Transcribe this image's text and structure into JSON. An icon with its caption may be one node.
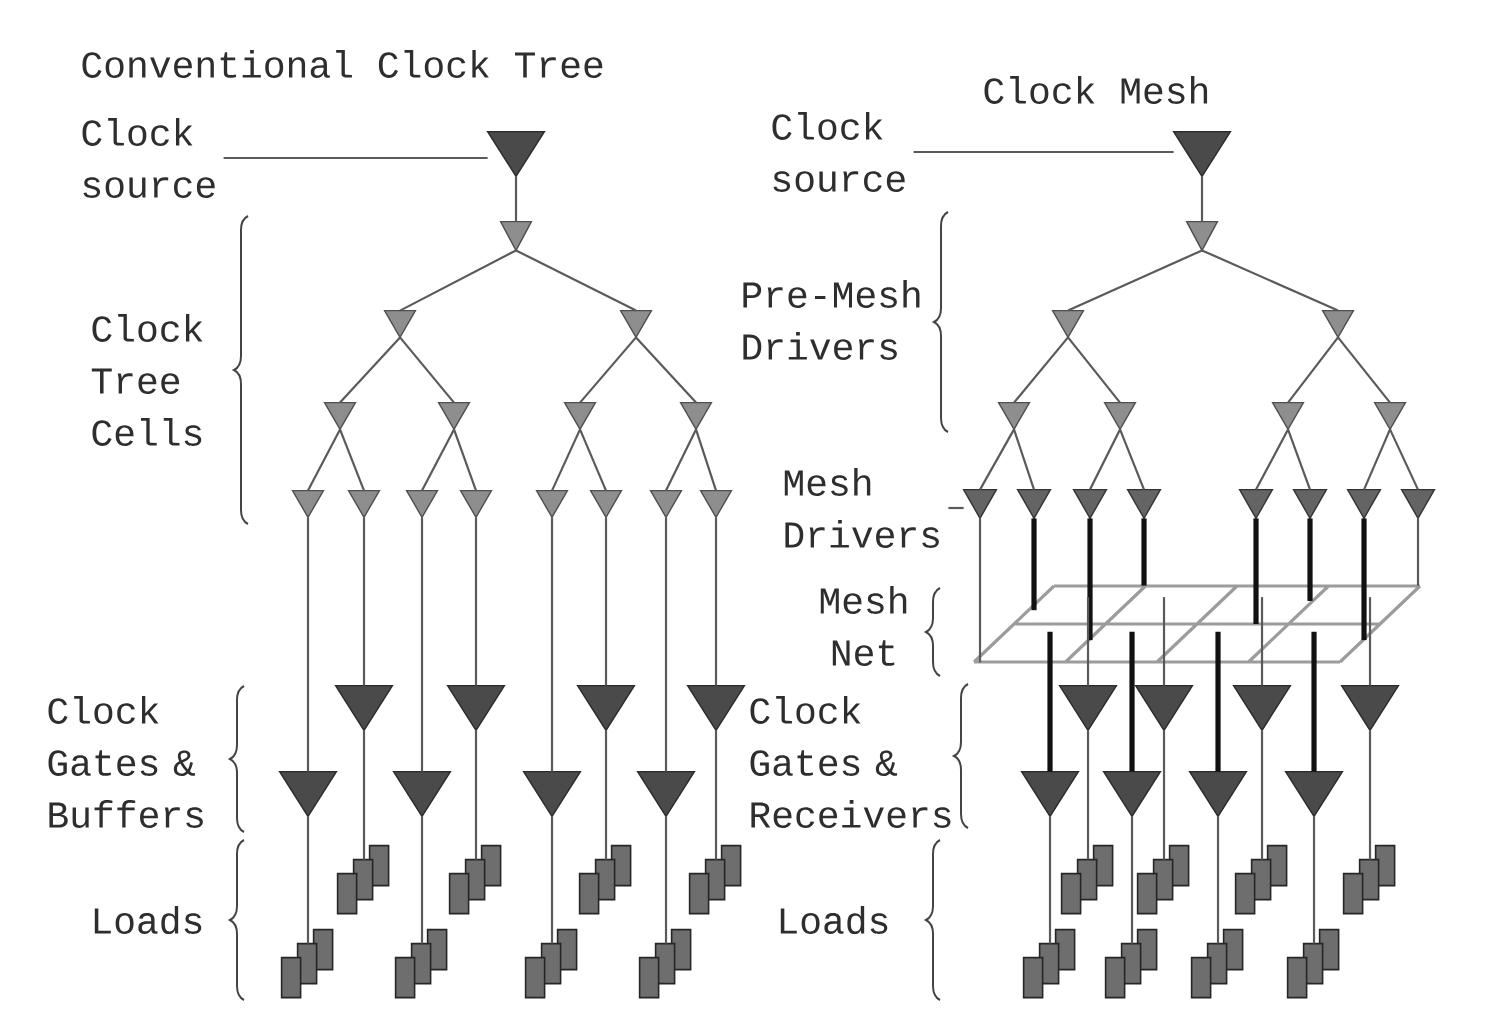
{
  "diagram": {
    "nodes": [
      {
        "text": [
          "Clock source"
        ]
      },
      {
        "text": [],
        "shape": "triangle"
      },
      {
        "text": [],
        "shape": "triangle"
      },
      {
        "text": [],
        "shape": "triangle"
      },
      {
        "text": [],
        "shape": "triangle"
      },
      {
        "text": [],
        "shape": "triangle"
      },
      {
        "text": [],
        "shape": "triangle"
      },
      {
        "text": [],
        "shape": "triangle"
      },
      {
        "text": [],
        "shape": "triangle"
      },
      {
        "text": [],
        "shape": "triangle"
      },
      {
        "text": [],
        "shape": "triangle"
      },
      {
        "text": [],
        "shape": "triangle"
      },
      {
        "text": [],
        "shape": "triangle"
      },
      {
        "text": [],
        "shape": "triangle"
      },
      {
        "text": [],
        "shape": "triangle"
      },
      {
        "text": [],
        "shape": "triangle"
      },
      {
        "text": [],
        "shape": "triangle"
      },
      {
        "text": [],
        "shape": "triangle"
      },
      {
        "text": [],
        "shape": "triangle"
      },
      {
        "text": [],
        "shape": "triangle"
      },
      {
        "text": [],
        "shape": "triangle"
      },
      {
        "text": [],
        "shape": "triangle"
      },
      {
        "text": [],
        "shape": "triangle"
      },
      {
        "text": [],
        "shape": "triangle"
      },
      {
        "text": [],
        "shape": "triangle"
      },
      {
        "text": [],
        "shape": "box"
      },
      {
        "text": [],
        "shape": "box"
      },
      {
        "text": [],
        "shape": "box"
      },
      {
        "text": [],
        "shape": "box"
      },
      {
        "text": [],
        "shape": "box"
      },
      {
        "text": [],
        "shape": "box"
      },
      {
        "text": [],
        "shape": "box"
      },
      {
        "text": [],
        "shape": "box"
      },
      {
        "text": [
          "Clock source"
        ]
      },
      {
        "text": [],
        "shape": "triangle"
      },
      {
        "text": [],
        "shape": "triangle"
      },
      {
        "text": [],
        "shape": "triangle"
      },
      {
        "text": [],
        "shape": "triangle"
      },
      {
        "text": [],
        "shape": "triangle"
      },
      {
        "text": [],
        "shape": "triangle"
      },
      {
        "text": [],
        "shape": "triangle"
      },
      {
        "text": [],
        "shape": "triangle"
      },
      {
        "text": [
          "Mesh Drivers"
        ]
      },
      {
        "text": [],
        "shape": "triangle"
      },
      {
        "text": [],
        "shape": "triangle"
      },
      {
        "text": [],
        "shape": "triangle"
      },
      {
        "text": [],
        "shape": "triangle"
      },
      {
        "text": [],
        "shape": "triangle"
      },
      {
        "text": [],
        "shape": "triangle"
      },
      {
        "text": [],
        "shape": "triangle"
      },
      {
        "text": [],
        "shape": "triangle"
      },
      {
        "text": [],
        "shape": "grid"
      },
      {
        "text": [],
        "shape": "triangle"
      },
      {
        "text": [],
        "shape": "triangle"
      },
      {
        "text": [],
        "shape": "triangle"
      },
      {
        "text": [],
        "shape": "triangle"
      },
      {
        "text": [],
        "shape": "triangle"
      },
      {
        "text": [],
        "shape": "triangle"
      },
      {
        "text": [],
        "shape": "triangle"
      },
      {
        "text": [],
        "shape": "triangle"
      },
      {
        "text": [],
        "shape": "box"
      },
      {
        "text": [],
        "shape": "box"
      },
      {
        "text": [],
        "shape": "box"
      },
      {
        "text": [],
        "shape": "box"
      },
      {
        "text": [],
        "shape": "box"
      },
      {
        "text": [],
        "shape": "box"
      },
      {
        "text": [],
        "shape": "box"
      },
      {
        "text": [],
        "shape": "box"
      }
    ],
    "edges": [
      {
        "from": 0,
        "to": 1,
        "arrow": "none"
      },
      {
        "from": 1,
        "to": 2,
        "arrow": "none"
      },
      {
        "from": 2,
        "to": 3,
        "arrow": "none"
      },
      {
        "from": 2,
        "to": 4,
        "arrow": "none"
      },
      {
        "from": 3,
        "to": 5,
        "arrow": "none"
      },
      {
        "from": 3,
        "to": 6,
        "arrow": "none"
      },
      {
        "from": 4,
        "to": 7,
        "arrow": "none"
      },
      {
        "from": 4,
        "to": 8,
        "arrow": "none"
      },
      {
        "from": 5,
        "to": 9,
        "arrow": "none"
      },
      {
        "from": 5,
        "to": 10,
        "arrow": "none"
      },
      {
        "from": 6,
        "to": 11,
        "arrow": "none"
      },
      {
        "from": 6,
        "to": 12,
        "arrow": "none"
      },
      {
        "from": 7,
        "to": 13,
        "arrow": "none"
      },
      {
        "from": 7,
        "to": 14,
        "arrow": "none"
      },
      {
        "from": 8,
        "to": 15,
        "arrow": "none"
      },
      {
        "from": 8,
        "to": 16,
        "arrow": "none"
      },
      {
        "from": 9,
        "to": 17,
        "arrow": "none"
      },
      {
        "from": 10,
        "to": 18,
        "arrow": "none"
      },
      {
        "from": 11,
        "to": 19,
        "arrow": "none"
      },
      {
        "from": 12,
        "to": 20,
        "arrow": "none"
      },
      {
        "from": 13,
        "to": 21,
        "arrow": "none"
      },
      {
        "from": 14,
        "to": 22,
        "arrow": "none"
      },
      {
        "from": 15,
        "to": 23,
        "arrow": "none"
      },
      {
        "from": 16,
        "to": 24,
        "arrow": "none"
      },
      {
        "from": 17,
        "to": 25,
        "arrow": "none"
      },
      {
        "from": 18,
        "to": 26,
        "arrow": "none"
      },
      {
        "from": 19,
        "to": 27,
        "arrow": "none"
      },
      {
        "from": 20,
        "to": 28,
        "arrow": "none"
      },
      {
        "from": 21,
        "to": 29,
        "arrow": "none"
      },
      {
        "from": 22,
        "to": 30,
        "arrow": "none"
      },
      {
        "from": 23,
        "to": 31,
        "arrow": "none"
      },
      {
        "from": 24,
        "to": 32,
        "arrow": "none"
      },
      {
        "from": 33,
        "to": 34,
        "arrow": "none"
      },
      {
        "from": 34,
        "to": 35,
        "arrow": "none"
      },
      {
        "from": 35,
        "to": 36,
        "arrow": "none"
      },
      {
        "from": 35,
        "to": 37,
        "arrow": "none"
      },
      {
        "from": 36,
        "to": 38,
        "arrow": "none"
      },
      {
        "from": 36,
        "to": 39,
        "arrow": "none"
      },
      {
        "from": 37,
        "to": 40,
        "arrow": "none"
      },
      {
        "from": 37,
        "to": 41,
        "arrow": "none"
      },
      {
        "from": 38,
        "to": 43,
        "arrow": "none"
      },
      {
        "from": 38,
        "to": 44,
        "arrow": "none"
      },
      {
        "from": 39,
        "to": 45,
        "arrow": "none"
      },
      {
        "from": 39,
        "to": 46,
        "arrow": "none"
      },
      {
        "from": 40,
        "to": 47,
        "arrow": "none"
      },
      {
        "from": 40,
        "to": 48,
        "arrow": "none"
      },
      {
        "from": 41,
        "to": 49,
        "arrow": "none"
      },
      {
        "from": 41,
        "to": 50,
        "arrow": "none"
      },
      {
        "from": 42,
        "to": 43,
        "arrow": "none"
      },
      {
        "from": 43,
        "to": 51,
        "arrow": "none"
      },
      {
        "from": 44,
        "to": 51,
        "arrow": "none",
        "style": "thick",
        "color": "#111111"
      },
      {
        "from": 45,
        "to": 51,
        "arrow": "none",
        "style": "thick",
        "color": "#111111"
      },
      {
        "from": 46,
        "to": 51,
        "arrow": "none",
        "style": "thick",
        "color": "#111111"
      },
      {
        "from": 47,
        "to": 51,
        "arrow": "none",
        "style": "thick",
        "color": "#111111"
      },
      {
        "from": 48,
        "to": 51,
        "arrow": "none",
        "style": "thick",
        "color": "#111111"
      },
      {
        "from": 49,
        "to": 51,
        "arrow": "none",
        "style": "thick",
        "color": "#111111"
      },
      {
        "from": 50,
        "to": 51,
        "arrow": "none"
      },
      {
        "from": 51,
        "to": 52,
        "arrow": "none",
        "style": "thick",
        "color": "#111111"
      },
      {
        "from": 51,
        "to": 53,
        "arrow": "none"
      },
      {
        "from": 51,
        "to": 54,
        "arrow": "none",
        "style": "thick",
        "color": "#111111"
      },
      {
        "from": 51,
        "to": 55,
        "arrow": "none"
      },
      {
        "from": 51,
        "to": 56,
        "arrow": "none",
        "style": "thick",
        "color": "#111111"
      },
      {
        "from": 51,
        "to": 57,
        "arrow": "none"
      },
      {
        "from": 51,
        "to": 58,
        "arrow": "none",
        "style": "thick",
        "color": "#111111"
      },
      {
        "from": 51,
        "to": 59,
        "arrow": "none"
      },
      {
        "from": 52,
        "to": 60,
        "arrow": "none"
      },
      {
        "from": 53,
        "to": 61,
        "arrow": "none"
      },
      {
        "from": 54,
        "to": 62,
        "arrow": "none"
      },
      {
        "from": 55,
        "to": 63,
        "arrow": "none"
      },
      {
        "from": 56,
        "to": 64,
        "arrow": "none"
      },
      {
        "from": 57,
        "to": 65,
        "arrow": "none"
      },
      {
        "from": 58,
        "to": 66,
        "arrow": "none"
      },
      {
        "from": 59,
        "to": 67,
        "arrow": "none"
      }
    ],
    "labels": [
      "Conventional Clock Tree",
      "Clock Tree Cells",
      "Clock Gates & Buffers",
      "Loads",
      "Clock Mesh",
      "Pre-Mesh Drivers",
      "Mesh Net",
      "Clock Gates & Receivers",
      "Loads"
    ]
  }
}
